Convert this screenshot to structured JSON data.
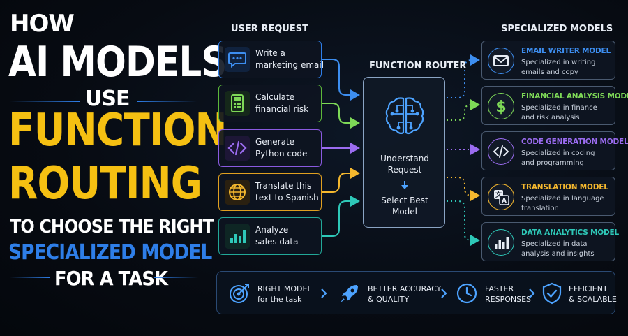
{
  "title": {
    "line1": "HOW",
    "line2": "AI MODELS",
    "line3": "USE",
    "line4": "FUNCTION",
    "line5": "ROUTING",
    "line6": "TO CHOOSE THE RIGHT",
    "line7": "SPECIALIZED MODEL",
    "line8": "FOR A TASK"
  },
  "colors": {
    "yellow": "#f5c012",
    "blue": "#2e7ee8",
    "email": "#3d8ef0",
    "finance": "#7ed957",
    "code": "#9b6cf0",
    "translate": "#f5b82e",
    "data": "#2ec8b8"
  },
  "requests": {
    "heading": "USER REQUEST",
    "items": [
      {
        "line1": "Write a",
        "line2": "marketing email",
        "icon": "chat-bubble-icon"
      },
      {
        "line1": "Calculate",
        "line2": "financial risk",
        "icon": "calculator-icon"
      },
      {
        "line1": "Generate",
        "line2": "Python code",
        "icon": "code-brackets-icon"
      },
      {
        "line1": "Translate this",
        "line2": "text to Spanish",
        "icon": "globe-icon"
      },
      {
        "line1": "Analyze",
        "line2": "sales data",
        "icon": "bar-chart-icon"
      }
    ]
  },
  "router": {
    "heading": "FUNCTION ROUTER",
    "icon": "brain-circuit-icon",
    "step1_line1": "Understand",
    "step1_line2": "Request",
    "step2_line1": "Select Best",
    "step2_line2": "Model"
  },
  "models": {
    "heading": "SPECIALIZED MODELS",
    "items": [
      {
        "title": "EMAIL WRITER MODEL",
        "desc1": "Specialized in writing",
        "desc2": "emails and copy",
        "icon": "envelope-icon"
      },
      {
        "title": "FINANCIAL ANALYSIS MODEL",
        "desc1": "Specialized in finance",
        "desc2": "and risk analysis",
        "icon": "dollar-icon"
      },
      {
        "title": "CODE GENERATION MODEL",
        "desc1": "Specialized in coding",
        "desc2": "and programming",
        "icon": "code-icon"
      },
      {
        "title": "TRANSLATION MODEL",
        "desc1": "Specialized in language",
        "desc2": "translation",
        "icon": "translate-icon"
      },
      {
        "title": "DATA ANALYTICS MODEL",
        "desc1": "Specialized in data",
        "desc2": "analysis and insights",
        "icon": "analytics-icon"
      }
    ]
  },
  "benefits": [
    {
      "line1": "RIGHT MODEL",
      "line2": "for the task",
      "icon": "target-icon"
    },
    {
      "line1": "BETTER ACCURACY",
      "line2": "& QUALITY",
      "icon": "rocket-icon"
    },
    {
      "line1": "FASTER",
      "line2": "RESPONSES",
      "icon": "clock-icon"
    },
    {
      "line1": "EFFICIENT",
      "line2": "& SCALABLE",
      "icon": "shield-check-icon"
    }
  ]
}
